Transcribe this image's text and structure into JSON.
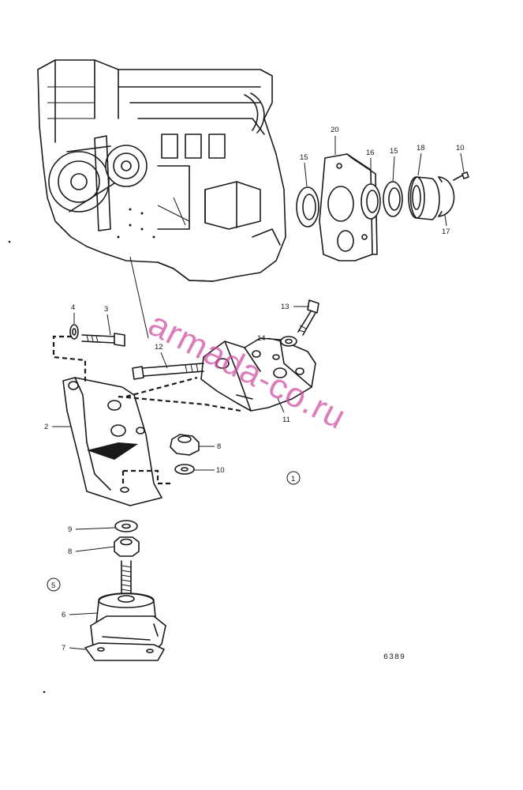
{
  "diagram": {
    "figure_number": "6389",
    "watermark": "armada-co.ru",
    "views": [
      "1",
      "5"
    ],
    "callouts": [
      {
        "id": "c20",
        "label": "20"
      },
      {
        "id": "c15a",
        "label": "15"
      },
      {
        "id": "c16",
        "label": "16"
      },
      {
        "id": "c15b",
        "label": "15"
      },
      {
        "id": "c18",
        "label": "18"
      },
      {
        "id": "c10a",
        "label": "10"
      },
      {
        "id": "c17",
        "label": "17"
      },
      {
        "id": "c13",
        "label": "13"
      },
      {
        "id": "c14",
        "label": "14"
      },
      {
        "id": "c4",
        "label": "4"
      },
      {
        "id": "c3",
        "label": "3"
      },
      {
        "id": "c12",
        "label": "12"
      },
      {
        "id": "c11",
        "label": "11"
      },
      {
        "id": "c2",
        "label": "2"
      },
      {
        "id": "c8a",
        "label": "8"
      },
      {
        "id": "c10b",
        "label": "10"
      },
      {
        "id": "c9",
        "label": "9"
      },
      {
        "id": "c8b",
        "label": "8"
      },
      {
        "id": "c6",
        "label": "6"
      },
      {
        "id": "c7",
        "label": "7"
      }
    ]
  }
}
